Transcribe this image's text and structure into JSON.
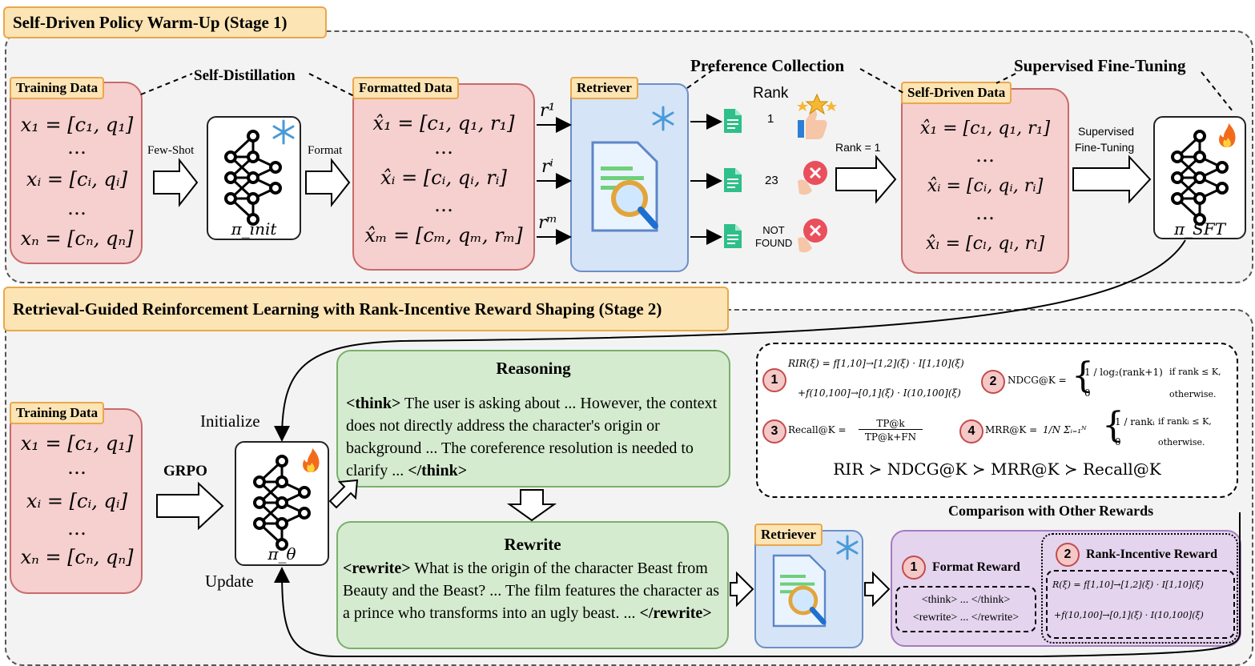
{
  "stage1": {
    "title": "Self-Driven Policy Warm-Up (Stage 1)",
    "training_data": {
      "label": "Training Data",
      "rows": [
        "x₁ = [c₁, q₁]",
        "…",
        "xᵢ = [cᵢ, qᵢ]",
        "…",
        "xₙ = [cₙ, qₙ]"
      ]
    },
    "self_distillation": "Self-Distillation",
    "few_shot": "Few-Shot",
    "pi_init": "π_init",
    "format": "Format",
    "formatted_data": {
      "label": "Formatted Data",
      "rows": [
        "x̂₁ = [c₁, q₁, r₁]",
        "…",
        "x̂ᵢ = [cᵢ, qᵢ, rᵢ]",
        "…",
        "x̂ₘ = [cₘ, qₘ, rₘ]"
      ]
    },
    "r_labels": [
      "r¹",
      "rⁱ",
      "rᵐ"
    ],
    "retriever": "Retriever",
    "preference_collection": "Preference Collection",
    "rank_header": "Rank",
    "ranks": [
      "1",
      "23",
      "NOT FOUND"
    ],
    "rank_eq": "Rank = 1",
    "self_driven_data": {
      "label": "Self-Driven Data",
      "rows": [
        "x̂₁ = [c₁, q₁, r₁]",
        "…",
        "x̂ᵢ = [cᵢ, qᵢ, rᵢ]",
        "…",
        "x̂ₗ = [cₗ, qₗ, rₗ]"
      ]
    },
    "supervised_ft_title": "Supervised Fine-Tuning",
    "supervised_ft_arrow": [
      "Supervised",
      "Fine-Tuning"
    ],
    "pi_sft": "π_SFT"
  },
  "stage2": {
    "title": "Retrieval-Guided Reinforcement Learning with Rank-Incentive Reward Shaping (Stage 2)",
    "training_data": {
      "label": "Training Data",
      "rows": [
        "x₁ = [c₁, q₁]",
        "…",
        "xᵢ = [cᵢ, qᵢ]",
        "…",
        "xₙ = [cₙ, qₙ]"
      ]
    },
    "grpo": "GRPO",
    "initialize": "Initialize",
    "update": "Update",
    "pi_theta": "π_θ",
    "reasoning": {
      "title": "Reasoning",
      "open_tag": "<think>",
      "text": " The user is asking about ... However, the context does not directly address the character's origin or background ... The coreference resolution is needed to clarify ... ",
      "close_tag": "</think>"
    },
    "rewrite": {
      "title": "Rewrite",
      "open_tag": "<rewrite>",
      "text": " What is the origin of the character Beast from Beauty and the Beast? ... The film features the character as a prince who transforms into an ugly beast. ... ",
      "close_tag": "</rewrite>"
    },
    "retriever": "Retriever",
    "rewards": {
      "items": [
        {
          "num": "1",
          "formula_line1": "RIR(ξ) = f[1,10]→[1,2](ξ) · I[1,10](ξ)",
          "formula_line2": "+f(10,100]→[0,1](ξ) · I(10,100](ξ)"
        },
        {
          "num": "2",
          "name": "NDCG@K =",
          "case1": "1 / log₂(rank+1)",
          "cond1": "if rank ≤ K,",
          "case2": "0",
          "cond2": "otherwise."
        },
        {
          "num": "3",
          "name": "Recall@K =",
          "frac_top": "TP@k",
          "frac_bottom": "TP@k+FN"
        },
        {
          "num": "4",
          "name": "MRR@K =",
          "sum": "1/N Σᵢ₌₁ᴺ",
          "case1": "1 / rankᵢ",
          "cond1": "if rankᵢ ≤ K,",
          "case2": "0",
          "cond2": "otherwise."
        }
      ],
      "ordering": "RIR ≻ NDCG@K ≻ MRR@K ≻ Recall@K"
    },
    "comparison_title": "Comparison with Other Rewards",
    "format_reward": {
      "num": "1",
      "title": "Format Reward",
      "line1": "<think> ... </think>",
      "line2": "<rewrite> ... </rewrite>"
    },
    "rank_incentive_reward": {
      "num": "2",
      "title": "Rank-Incentive Reward",
      "line1": "R(ξ) = f[1,10]→[1,2](ξ) · I[1,10](ξ)",
      "line2": "+f(10,100]→[0,1](ξ) · I(10,100](ξ)"
    }
  },
  "colors": {
    "stage_label_bg": "#fce4b4",
    "data_bg": "#f6cfcf",
    "retriever_bg": "#d6e4f7",
    "green_bg": "#d5ebcf",
    "purple_bg": "#e4d4ee"
  }
}
